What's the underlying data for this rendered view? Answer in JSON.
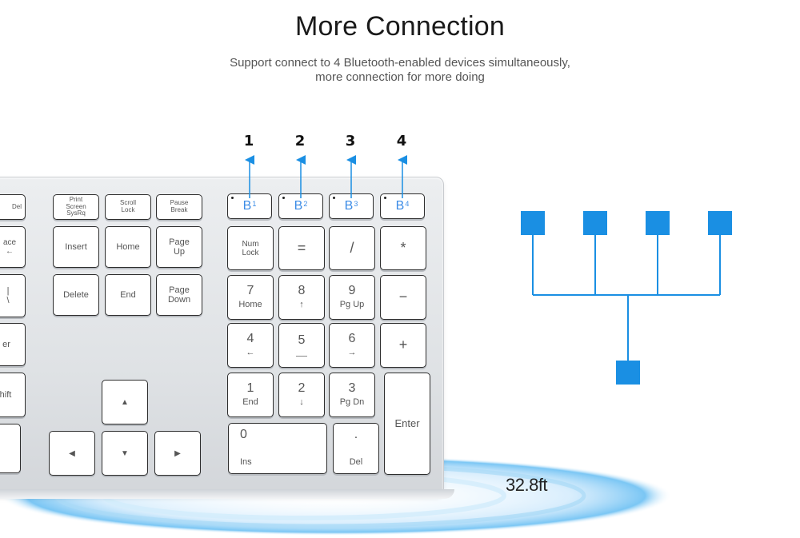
{
  "header": {
    "title": "More Connection",
    "subtitle_line1": "Support connect to 4 Bluetooth-enabled devices simultaneously,",
    "subtitle_line2": "more connection for more doing"
  },
  "callouts": [
    "1",
    "2",
    "3",
    "4"
  ],
  "distance_label": "32.8ft",
  "accent_color": "#1a8fe3",
  "keys": {
    "del": "Del",
    "print_screen": [
      "Print",
      "Screen",
      "SysRq"
    ],
    "scroll_lock": [
      "Scroll",
      "Lock"
    ],
    "pause_break": [
      "Pause",
      "Break"
    ],
    "b1": "B",
    "b1_sub": "1",
    "b2": "B",
    "b2_sub": "2",
    "b3": "B",
    "b3_sub": "3",
    "b4": "B",
    "b4_sub": "4",
    "backspace_partial": "ace",
    "backspace_arrow": "←",
    "insert": "Insert",
    "home": "Home",
    "page_up": [
      "Page",
      "Up"
    ],
    "num_lock": [
      "Num",
      "Lock"
    ],
    "equals": "=",
    "slash": "/",
    "asterisk": "*",
    "pipe_top": "|",
    "pipe_bottom": "\\",
    "delete": "Delete",
    "end": "End",
    "page_down": [
      "Page",
      "Down"
    ],
    "n7": "7",
    "n7_sub": "Home",
    "n8": "8",
    "n8_sub": "↑",
    "n9": "9",
    "n9_sub": "Pg Up",
    "minus": "−",
    "enter_partial": "er",
    "n4": "4",
    "n4_sub": "←",
    "n5": "5",
    "n5_sub": "",
    "n6": "6",
    "n6_sub": "→",
    "plus": "+",
    "shift_partial": "hift",
    "n1": "1",
    "n1_sub": "End",
    "n2": "2",
    "n2_sub": "↓",
    "n3": "3",
    "n3_sub": "Pg Dn",
    "enter": "Enter",
    "n0": "0",
    "n0_sub": "Ins",
    "dot": ".",
    "dot_sub": "Del",
    "arrow_up": "▲",
    "arrow_left": "◀",
    "arrow_down": "▼",
    "arrow_right": "▶"
  }
}
